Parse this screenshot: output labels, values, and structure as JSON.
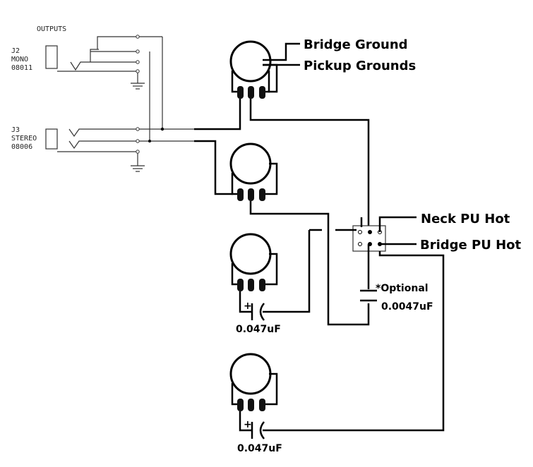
{
  "outputs_label": "OUTPUTS",
  "jacks": [
    {
      "ref": "J2",
      "type": "MONO",
      "part": "08011"
    },
    {
      "ref": "J3",
      "type": "STEREO",
      "part": "08006"
    }
  ],
  "labels": {
    "bridge_ground": "Bridge Ground",
    "pickup_grounds": "Pickup Grounds",
    "neck_pu_hot": "Neck PU Hot",
    "bridge_pu_hot": "Bridge PU Hot",
    "optional": "*Optional",
    "optional_cap": "0.0047uF",
    "cap_1": "0.047uF",
    "cap_2": "0.047uF",
    "plus": "+"
  }
}
